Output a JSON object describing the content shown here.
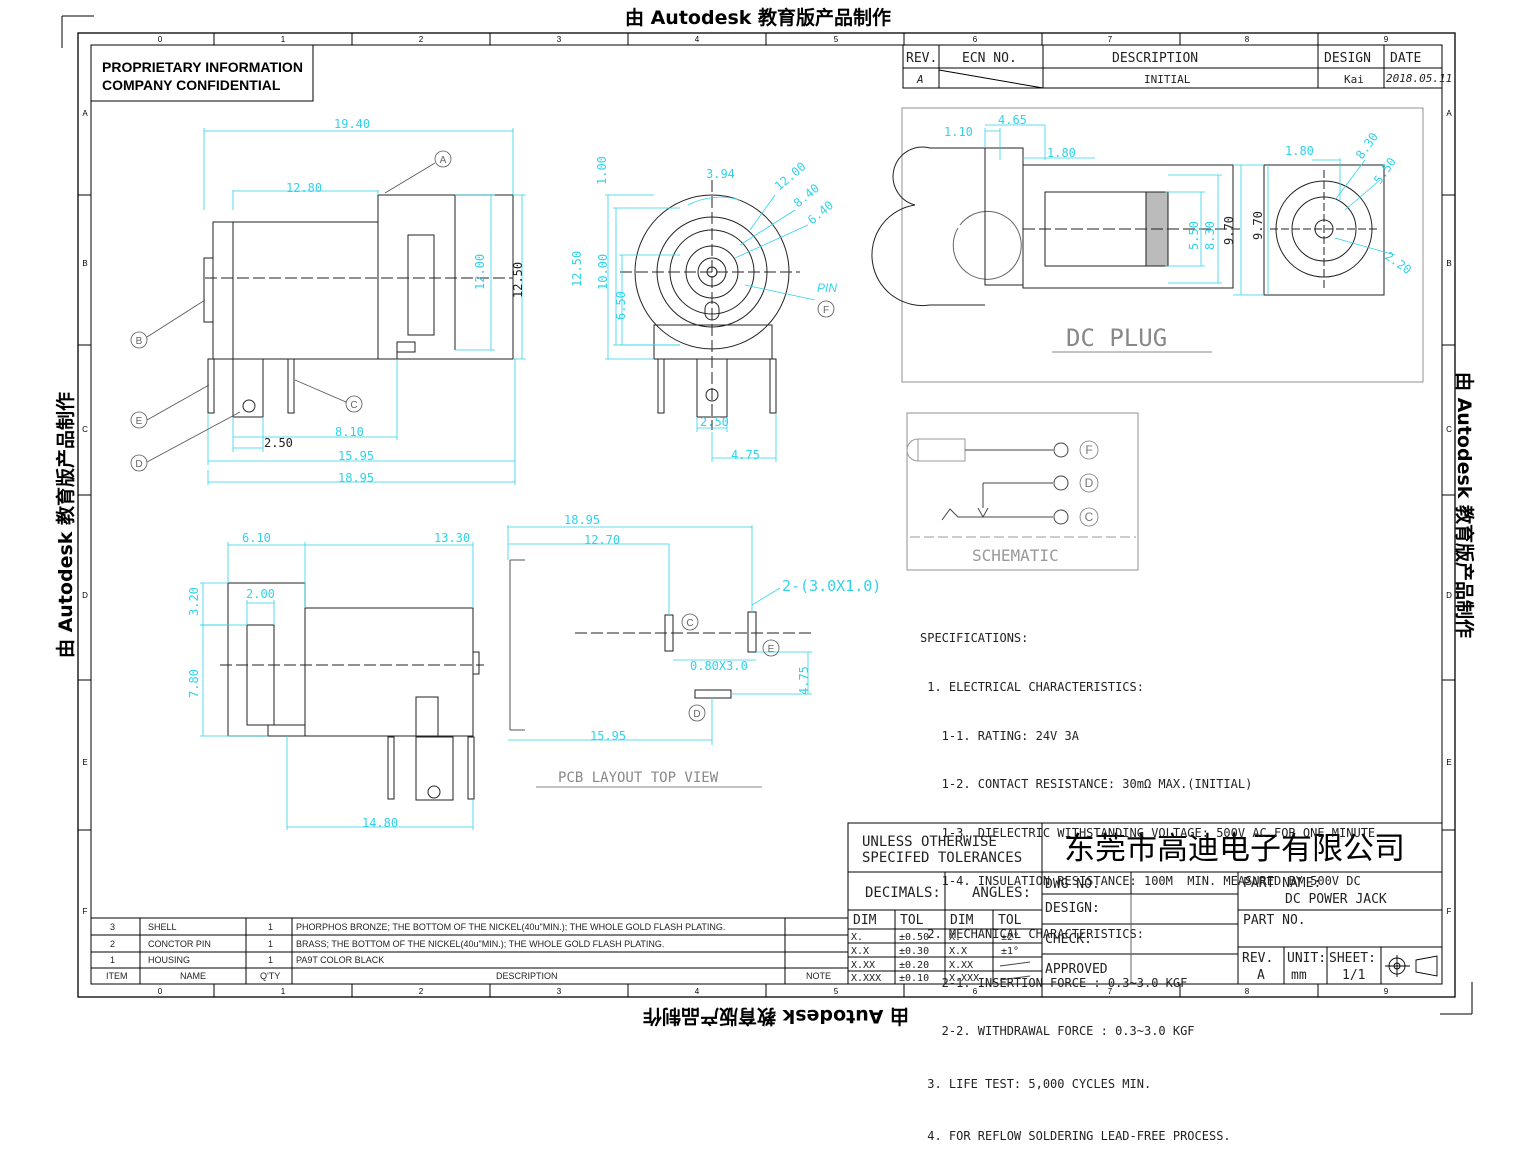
{
  "watermark": "由 Autodesk 教育版产品制作",
  "grid": {
    "columns": [
      "0",
      "1",
      "2",
      "3",
      "4",
      "5",
      "6",
      "7",
      "8",
      "9"
    ],
    "rows": [
      "A",
      "B",
      "C",
      "D",
      "E",
      "F"
    ]
  },
  "proprietary": {
    "line1": "PROPRIETARY INFORMATION",
    "line2": "COMPANY CONFIDENTIAL"
  },
  "revision_block": {
    "headers": [
      "REV.",
      "ECN NO.",
      "DESCRIPTION",
      "DESIGN",
      "DATE"
    ],
    "row": {
      "rev": "A",
      "ecn": "",
      "description": "INITIAL",
      "design": "Kai",
      "date": "2018.05.11"
    }
  },
  "side_view": {
    "dims": [
      "19.40",
      "12.80",
      "12.00",
      "12.50",
      "2.50",
      "8.10",
      "15.95",
      "18.95"
    ],
    "callouts": [
      "A",
      "B",
      "C",
      "D",
      "E"
    ]
  },
  "front_view": {
    "dims": [
      "1.00",
      "3.94",
      "12.00",
      "8.40",
      "6.40",
      "12.50",
      "10.00",
      "6.50",
      "2.50",
      "4.75"
    ],
    "pin_label": "PIN",
    "callout": "F"
  },
  "bottom_view": {
    "dims": [
      "6.10",
      "13.30",
      "3.20",
      "2.00",
      "7.80",
      "14.80"
    ]
  },
  "pcb_layout": {
    "dims": [
      "18.95",
      "12.70",
      "2-(3.0X1.0)",
      "0.80X3.0",
      "4.75",
      "15.95"
    ],
    "callouts": [
      "C",
      "E",
      "D"
    ],
    "title": "PCB LAYOUT TOP VIEW"
  },
  "dc_plug": {
    "dims": [
      "1.10",
      "4.65",
      "1.80",
      "5.50",
      "8.30",
      "9.70",
      "1.80",
      "8.30",
      "5.50",
      "9.70",
      "2.20"
    ],
    "title": "DC PLUG"
  },
  "schematic": {
    "labels": [
      "F",
      "D",
      "C"
    ],
    "title": "SCHEMATIC"
  },
  "specifications": [
    "SPECIFICATIONS:",
    " 1. ELECTRICAL CHARACTERISTICS:",
    "   1-1. RATING: 24V 3A",
    "   1-2. CONTACT RESISTANCE: 30mΩ MAX.(INITIAL)",
    "   1-3. DIELECTRIC WITHSTANDING VOLTAGE: 500V AC FOR ONE MINUTE",
    "   1-4. INSULATION RESISTANCE: 100M  MIN. MEASURED BY 500V DC",
    " 2. MECHANICAL CHARACTERISTICS:",
    "   2-1. INSERTION FORCE : 0.3~3.0 KGF",
    "   2-2. WITHDRAWAL FORCE : 0.3~3.0 KGF",
    " 3. LIFE TEST: 5,000 CYCLES MIN.",
    " 4. FOR REFLOW SOLDERING LEAD-FREE PROCESS."
  ],
  "bom": {
    "headers": [
      "ITEM",
      "NAME",
      "Q'TY",
      "DESCRIPTION",
      "NOTE"
    ],
    "rows": [
      {
        "item": "3",
        "name": "SHELL",
        "qty": "1",
        "desc": "PHORPHOS BRONZE; THE BOTTOM OF THE NICKEL(40u\"MIN.); THE WHOLE GOLD FLASH PLATING."
      },
      {
        "item": "2",
        "name": "CONCTOR PIN",
        "qty": "1",
        "desc": "BRASS; THE BOTTOM OF THE NICKEL(40u\"MIN.); THE WHOLE GOLD FLASH PLATING."
      },
      {
        "item": "1",
        "name": "HOUSING",
        "qty": "1",
        "desc": "PA9T   COLOR BLACK"
      }
    ]
  },
  "title_block": {
    "tolerance_note": [
      "UNLESS OTHERWISE",
      "SPECIFED TOLERANCES"
    ],
    "company": "东莞市高迪电子有限公司",
    "decimals_label": "DECIMALS:",
    "angles_label": "ANGLES:",
    "tol_headers": [
      "DIM",
      "TOL",
      "DIM",
      "TOL"
    ],
    "tol_rows": [
      [
        "X.",
        "±0.50",
        "X.",
        "±2°"
      ],
      [
        "X.X",
        "±0.30",
        "X.X",
        "±1°"
      ],
      [
        "X.XX",
        "±0.20",
        "X.XX",
        ""
      ],
      [
        "X.XXX",
        "±0.10",
        "X.XXX",
        ""
      ]
    ],
    "dwg_no": "DWG NO.",
    "design": "DESIGN:",
    "check": "CHECK:",
    "approved": "APPROVED",
    "part_name_label": "PART NAME:",
    "part_name": "DC POWER JACK",
    "part_no_label": "PART NO.",
    "rev_label": "REV.",
    "rev": "A",
    "unit_label": "UNIT:",
    "unit": "mm",
    "sheet_label": "SHEET:",
    "sheet": "1/1"
  }
}
